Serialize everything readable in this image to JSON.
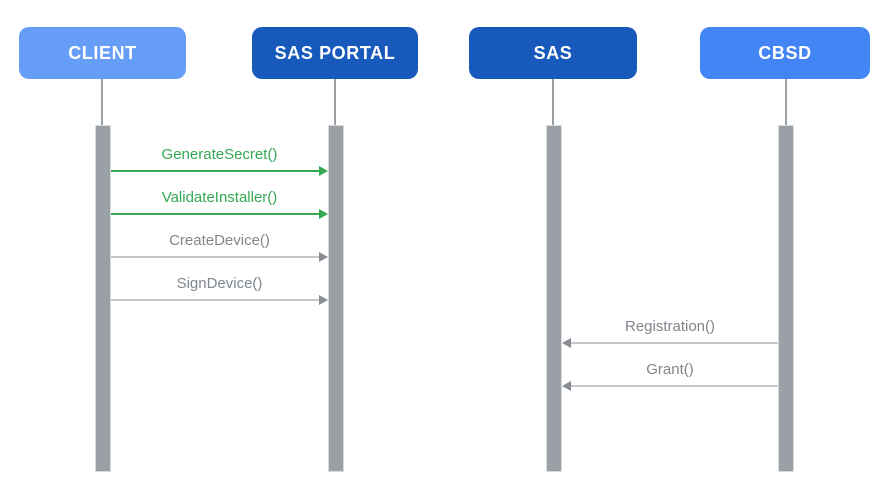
{
  "diagram": {
    "type": "sequence-diagram",
    "background_color": "#FFFFFF"
  },
  "actors": [
    {
      "label": "CLIENT",
      "color": "#669DF6",
      "text_color": "#FFFFFF"
    },
    {
      "label": "SAS PORTAL",
      "color": "#185ABC",
      "text_color": "#FFFFFF"
    },
    {
      "label": "SAS",
      "color": "#185ABC",
      "text_color": "#FFFFFF"
    },
    {
      "label": "CBSD",
      "color": "#4285F4",
      "text_color": "#FFFFFF"
    }
  ],
  "messages": [
    {
      "label": "GenerateSecret()",
      "from": "CLIENT",
      "to": "SAS PORTAL",
      "direction": "right",
      "color": "#34A853"
    },
    {
      "label": "ValidateInstaller()",
      "from": "CLIENT",
      "to": "SAS PORTAL",
      "direction": "right",
      "color": "#34A853"
    },
    {
      "label": "CreateDevice()",
      "from": "CLIENT",
      "to": "SAS PORTAL",
      "direction": "right",
      "color": "#7F868C"
    },
    {
      "label": "SignDevice()",
      "from": "CLIENT",
      "to": "SAS PORTAL",
      "direction": "right",
      "color": "#7F868C"
    },
    {
      "label": "Registration()",
      "from": "CBSD",
      "to": "SAS",
      "direction": "left",
      "color": "#7F868C"
    },
    {
      "label": "Grant()",
      "from": "CBSD",
      "to": "SAS",
      "direction": "left",
      "color": "#7F868C"
    }
  ],
  "palette": {
    "light_blue": "#669DF6",
    "dark_blue": "#185ABC",
    "medium_blue": "#4285F4",
    "green": "#34A853",
    "gray_text": "#7F868C",
    "gray_line": "#C4C8CC",
    "activation_bar": "#9AA0A6"
  }
}
